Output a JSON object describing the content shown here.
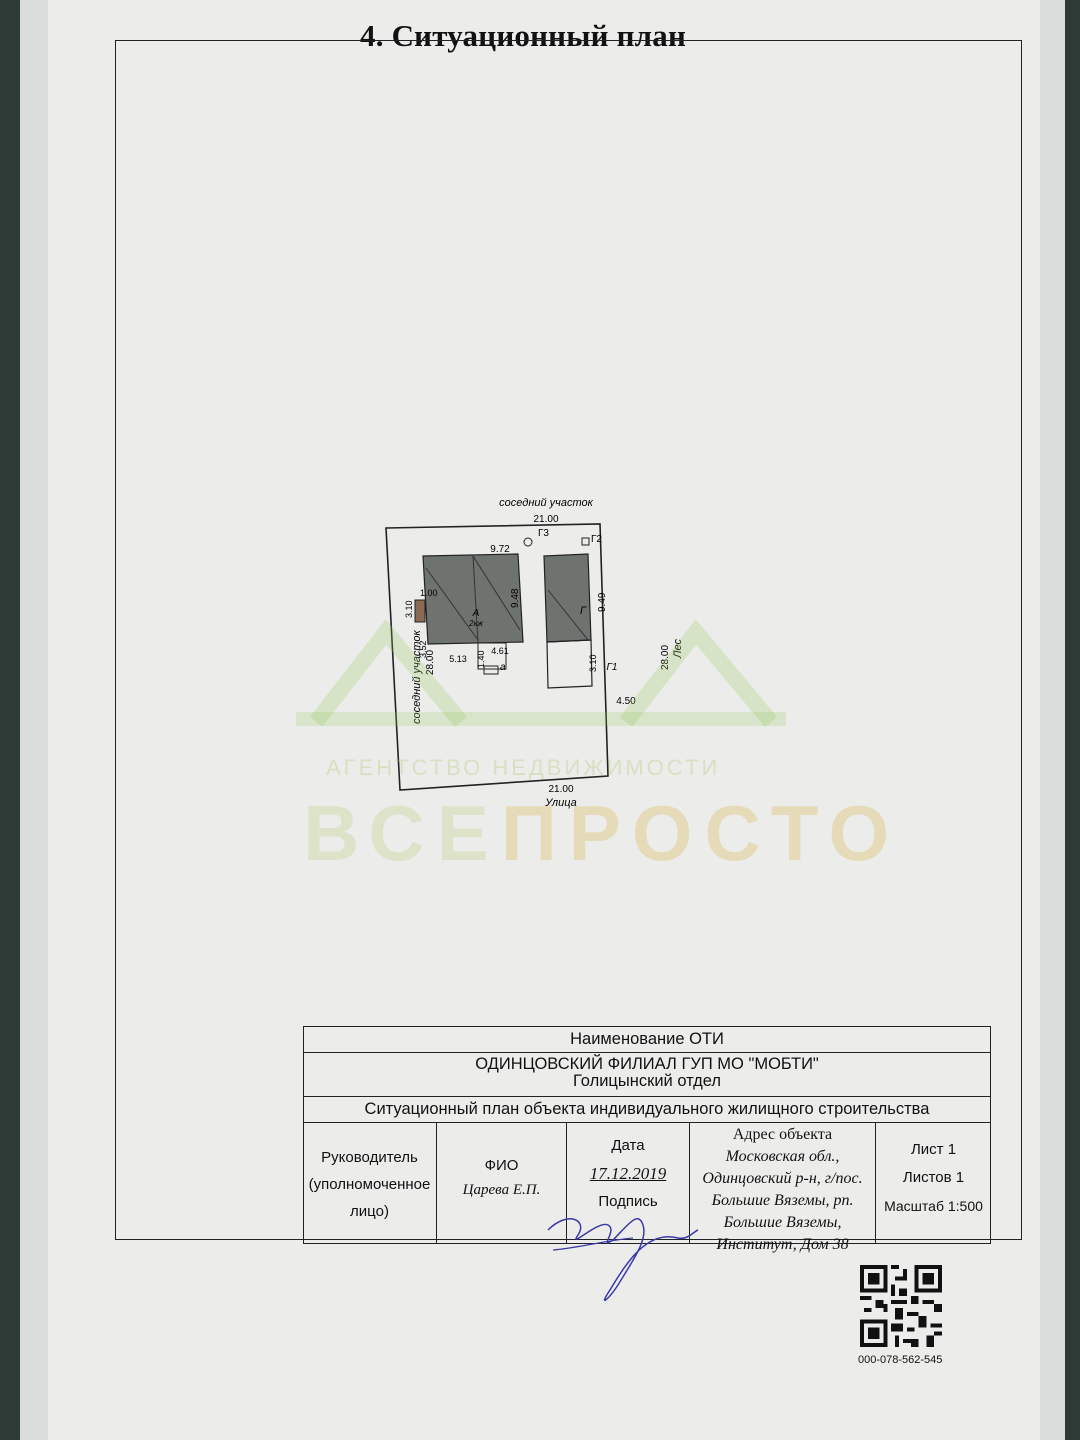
{
  "document": {
    "title": "4. Ситуационный план"
  },
  "plan": {
    "top_label": "соседний участок",
    "left_label": "соседний участок",
    "right_label": "Лес",
    "bottom_label": "Улица",
    "width_top": "21.00",
    "width_bottom": "21.00",
    "height_left": "28.00",
    "height_right": "28.00",
    "house_width": "9.72",
    "house_height": "9.48",
    "house_dim_1": "1.00",
    "house_dim_2": "3.10",
    "house_dim_3": "3.52",
    "house_dim_4": "5.13",
    "house_dim_5": "4.61",
    "house_dim_6": "1.40",
    "house_label": "А",
    "house_floors": "2кж",
    "porch_label": "а",
    "garage_height": "9.49",
    "garage_label": "Г",
    "g1_label": "Г1",
    "g1_height": "3.10",
    "g1_width": "4.50",
    "g2_label": "Г2",
    "g3_label": "Г3"
  },
  "watermark": {
    "top": "АГЕНТСТВО НЕДВИЖИМОСТИ",
    "big_a": "ВСЕ",
    "big_b": "ПРОСТО"
  },
  "stamp": {
    "oti_label": "Наименование ОТИ",
    "org": "ОДИНЦОВСКИЙ ФИЛИАЛ ГУП МО \"МОБТИ\"",
    "dept": "Голицынский отдел",
    "doc_name": "Ситуационный план объекта индивидуального жилищного строительства",
    "head_label_1": "Руководитель",
    "head_label_2": "(уполномоченное",
    "head_label_3": "лицо)",
    "fio_label": "ФИО",
    "fio_value": "Царева Е.П.",
    "date_label": "Дата",
    "date_value": "17.12.2019",
    "sign_label": "Подпись",
    "address_label": "Адрес объекта",
    "address_1": "Московская обл.,",
    "address_2": "Одинцовский р-н, г/пос.",
    "address_3": "Большие Вяземы, рп.",
    "address_4": "Большие Вяземы,",
    "address_5": "Институт, Дом 38",
    "sheet": "Лист 1",
    "sheets": "Листов 1",
    "scale": "Масштаб 1:500"
  },
  "qr_id": "000-078-562-545"
}
